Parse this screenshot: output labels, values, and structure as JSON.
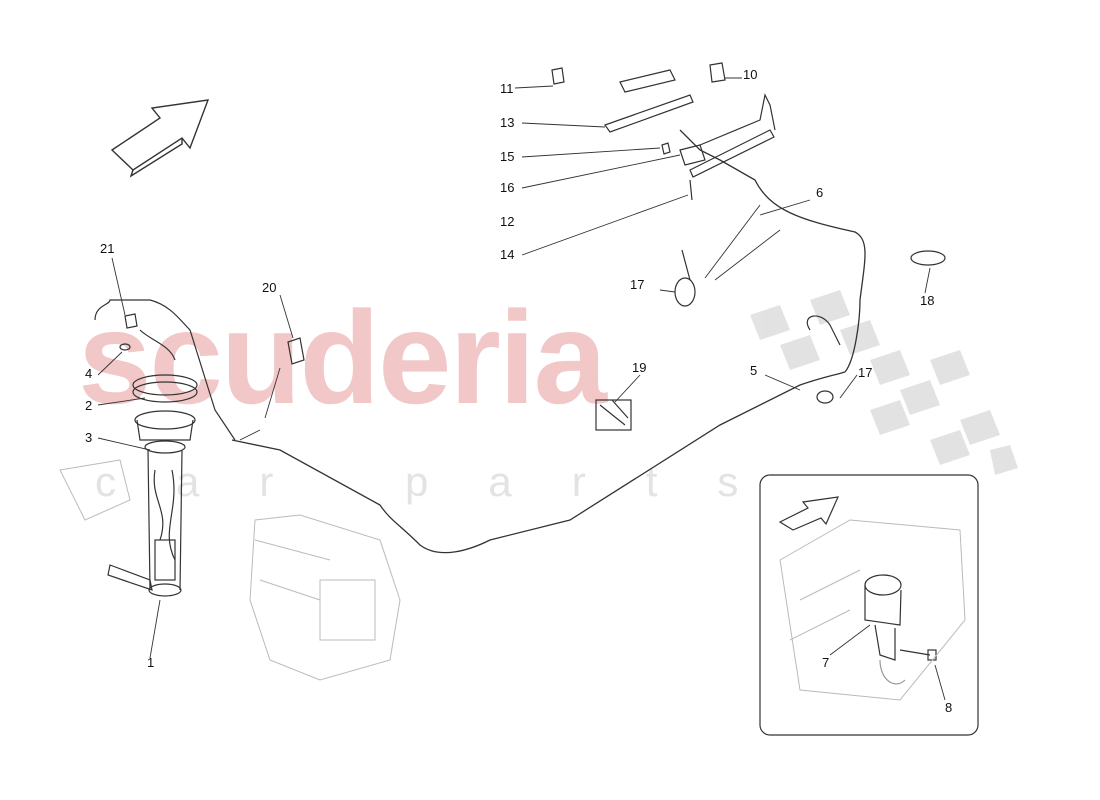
{
  "watermark": {
    "brand": "scuderia",
    "tagline": "car parts"
  },
  "callouts": [
    {
      "id": "c1",
      "label": "1"
    },
    {
      "id": "c2",
      "label": "2"
    },
    {
      "id": "c3",
      "label": "3"
    },
    {
      "id": "c4",
      "label": "4"
    },
    {
      "id": "c5",
      "label": "5"
    },
    {
      "id": "c6",
      "label": "6"
    },
    {
      "id": "c7",
      "label": "7"
    },
    {
      "id": "c8",
      "label": "8"
    },
    {
      "id": "c10",
      "label": "10"
    },
    {
      "id": "c11",
      "label": "11"
    },
    {
      "id": "c12",
      "label": "12"
    },
    {
      "id": "c13",
      "label": "13"
    },
    {
      "id": "c14",
      "label": "14"
    },
    {
      "id": "c15",
      "label": "15"
    },
    {
      "id": "c16",
      "label": "16"
    },
    {
      "id": "c17a",
      "label": "17"
    },
    {
      "id": "c17b",
      "label": "17"
    },
    {
      "id": "c18",
      "label": "18"
    },
    {
      "id": "c19",
      "label": "19"
    },
    {
      "id": "c20",
      "label": "20"
    },
    {
      "id": "c21",
      "label": "21"
    }
  ],
  "colors": {
    "line": "#333333",
    "watermark_red": "#f2c7c7",
    "checker": "#dcdcdc"
  }
}
